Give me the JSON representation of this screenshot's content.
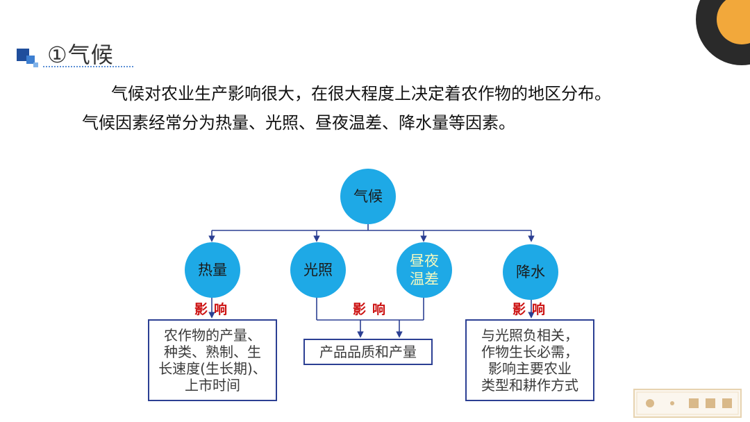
{
  "slide": {
    "title": "①气候",
    "paragraph_line1": "气候对农业生产影响很大，在很大程度上决定着农作物的地区分布。",
    "paragraph_line2": "气候因素经常分为热量、光照、昼夜温差、降水量等因素。"
  },
  "diagram": {
    "root": "气候",
    "factors": {
      "heat": "热量",
      "light": "光照",
      "temp_diff": "昼夜\n温差",
      "precipitation": "降水"
    },
    "influence_label": "影响",
    "boxes": {
      "heat_effect": "农作物的产量、\n种类、熟制、生\n长速度(生长期)、\n上市时间",
      "quality_effect": "产品品质和产量",
      "precip_effect": "与光照负相关，\n作物生长必需，\n影响主要农业\n类型和耕作方式"
    }
  },
  "colors": {
    "circle_fill": "#1ea9e6",
    "line_color": "#2b3f93",
    "influence_text": "#cc1111",
    "accent_orange": "#f2a83b",
    "accent_dark": "#2a2a2a"
  }
}
